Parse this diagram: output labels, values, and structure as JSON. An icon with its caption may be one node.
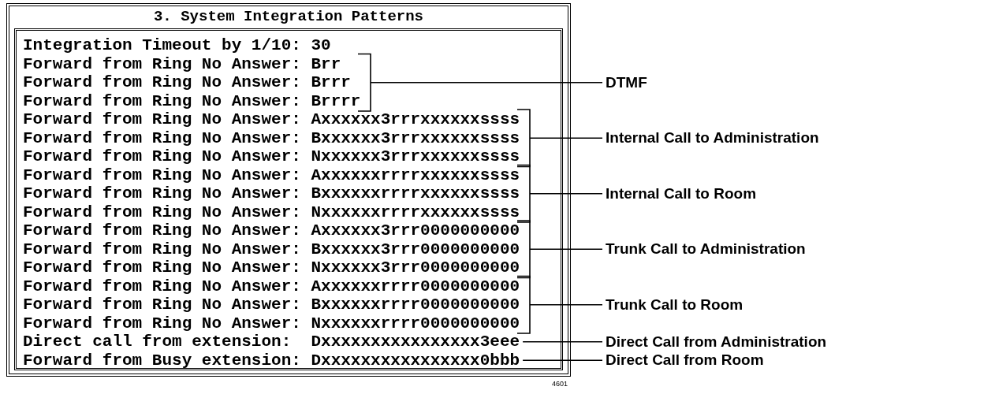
{
  "diagram": {
    "nodes": [
      {
        "text": [
          "3. System Integration Patterns"
        ]
      },
      {
        "text": [
          "Integration Timeout by 1/10: 30",
          "Forward from Ring No Answer: Brr",
          "Forward from Ring No Answer: Brrr",
          "Forward from Ring No Answer: Brrrr",
          "Forward from Ring No Answer: Axxxxxx3rrrxxxxxxssss",
          "Forward from Ring No Answer: Bxxxxxx3rrrxxxxxxssss",
          "Forward from Ring No Answer: Nxxxxxx3rrrxxxxxxssss",
          "Forward from Ring No Answer: Axxxxxxrrrrxxxxxxssss",
          "Forward from Ring No Answer: Bxxxxxxrrrrxxxxxxssss",
          "Forward from Ring No Answer: Nxxxxxxrrrrxxxxxxssss",
          "Forward from Ring No Answer: Axxxxxx3rrr0000000000",
          "Forward from Ring No Answer: Bxxxxxx3rrr0000000000",
          "Forward from Ring No Answer: Nxxxxxx3rrr0000000000",
          "Forward from Ring No Answer: Axxxxxxrrrr0000000000",
          "Forward from Ring No Answer: Bxxxxxxrrrr0000000000",
          "Forward from Ring No Answer: Nxxxxxxrrrr0000000000",
          "Direct call from extension:  Dxxxxxxxxxxxxxxxx3eee",
          "Forward from Busy extension: Dxxxxxxxxxxxxxxxx0bbb"
        ],
        "in": 0
      },
      {
        "text": [
          "DTMF"
        ]
      },
      {
        "text": [
          "Internal Call to Administration"
        ]
      },
      {
        "text": [
          "Internal Call to Room"
        ]
      },
      {
        "text": [
          "Trunk Call to Administration"
        ]
      },
      {
        "text": [
          "Trunk Call to Room"
        ]
      },
      {
        "text": [
          "Direct Call from Administration"
        ]
      },
      {
        "text": [
          "Direct Call from Room"
        ]
      }
    ],
    "edges": [
      {
        "from": 2,
        "to": 1,
        "arrow": "none"
      },
      {
        "from": 3,
        "to": 1,
        "arrow": "none"
      },
      {
        "from": 4,
        "to": 1,
        "arrow": "none"
      },
      {
        "from": 5,
        "to": 1,
        "arrow": "none"
      },
      {
        "from": 6,
        "to": 1,
        "arrow": "none"
      },
      {
        "from": 7,
        "to": 1,
        "arrow": "none"
      },
      {
        "from": 8,
        "to": 1,
        "arrow": "none"
      }
    ],
    "labels": [
      "4601"
    ]
  }
}
